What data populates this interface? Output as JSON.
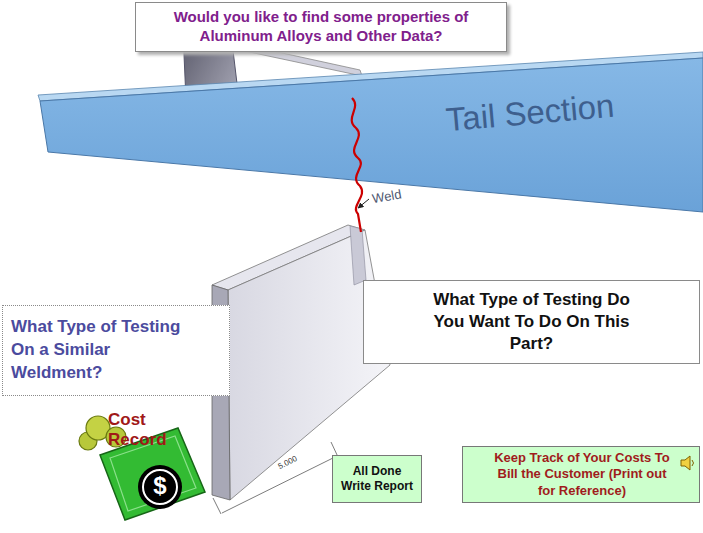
{
  "diagram": {
    "nodes": [
      {
        "text": [
          "Would you like to find some properties of Aluminum Alloys and Other Data?"
        ]
      },
      {
        "text": [
          "What Type of Testing Do You Want To Do On This Part?"
        ]
      },
      {
        "text": [
          "What Type of Testing On a Similar Weldment?"
        ]
      },
      {
        "text": [
          "All Done Write Report"
        ]
      },
      {
        "text": [
          "Keep Track of Your Costs To Bill the Customer (Print out for Reference)"
        ]
      }
    ],
    "labels": [
      "Tail Section",
      "Weld",
      "5.000",
      "Cost Record",
      "$"
    ]
  }
}
